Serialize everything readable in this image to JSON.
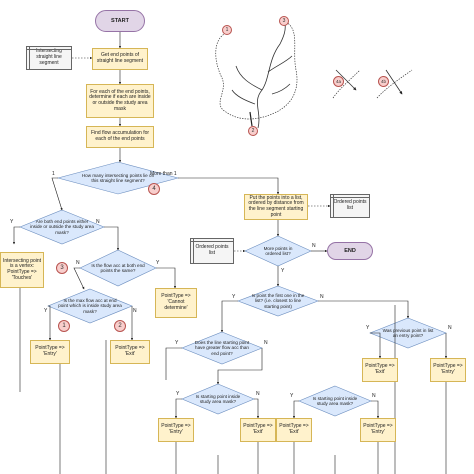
{
  "nodes": {
    "start": "START",
    "end": "END",
    "input_segment": "Intersecting straight line segment",
    "get_end_points": "Get end points of straight line segment",
    "inside_outside": "For each of the end points, determine if each are inside or outside the study area mask",
    "flow_accum": "Find flow accumulation for each of the end points",
    "how_many": "How many intersecting points lie on this straight line segment?",
    "put_points": "Put the points into a list, ordered by distance from the line segment starting point",
    "ordered_list_1": "Ordered points list",
    "ordered_list_2": "Ordered points list",
    "more_points": "More points in ordered list?",
    "both_end_points": "Are both end points either inside or outside the study area mask?",
    "vertex_touches": "Intersecting point is a vertex: PointType => 'Touches'",
    "flow_same": "Is the flow acc at both end points the same?",
    "cannot_determine": "PointType => 'Cannot determine'",
    "max_flow_inside": "Is the max flow acc at end point which is inside study area mask?",
    "entry_1": "PointType => 'Entry'",
    "exit_1": "PointType => 'Exit'",
    "first_in_list": "Is point the first one in the list? (i.e. closest to line starting point)",
    "greater_flow": "Does the line starting point have greater flow acc than end point?",
    "prev_entry": "Was previous point in list an entry point?",
    "exit_2": "PointType => 'Exit'",
    "entry_2": "PointType => 'Entry'",
    "start_inside_a": "Is starting point inside study area mask?",
    "start_inside_b": "Is starting point inside study area mask?",
    "entry_3": "PointType => 'Entry'",
    "exit_3": "PointType => 'Exit'",
    "exit_4": "PointType => 'Exit'",
    "entry_4": "PointType => 'Entry'"
  },
  "edge_labels": {
    "one": "1",
    "more_than_one": "More than 1",
    "y": "Y",
    "n": "N"
  },
  "badges": {
    "b1": "1",
    "b2": "2",
    "b3": "3",
    "b4": "4"
  },
  "sketch_badges": {
    "s1": "1",
    "s2": "2",
    "s3": "3",
    "s4a": "4a",
    "s4b": "4b"
  },
  "colors": {
    "process_fill": "#fff2cc",
    "process_stroke": "#d6b656",
    "decision_fill": "#dae8fc",
    "decision_stroke": "#6c8ebf",
    "terminator_fill": "#e1d5e7",
    "terminator_stroke": "#9673a6",
    "data_fill": "#f5f5f5",
    "badge_fill": "#f8cecc",
    "badge_stroke": "#b85450"
  }
}
